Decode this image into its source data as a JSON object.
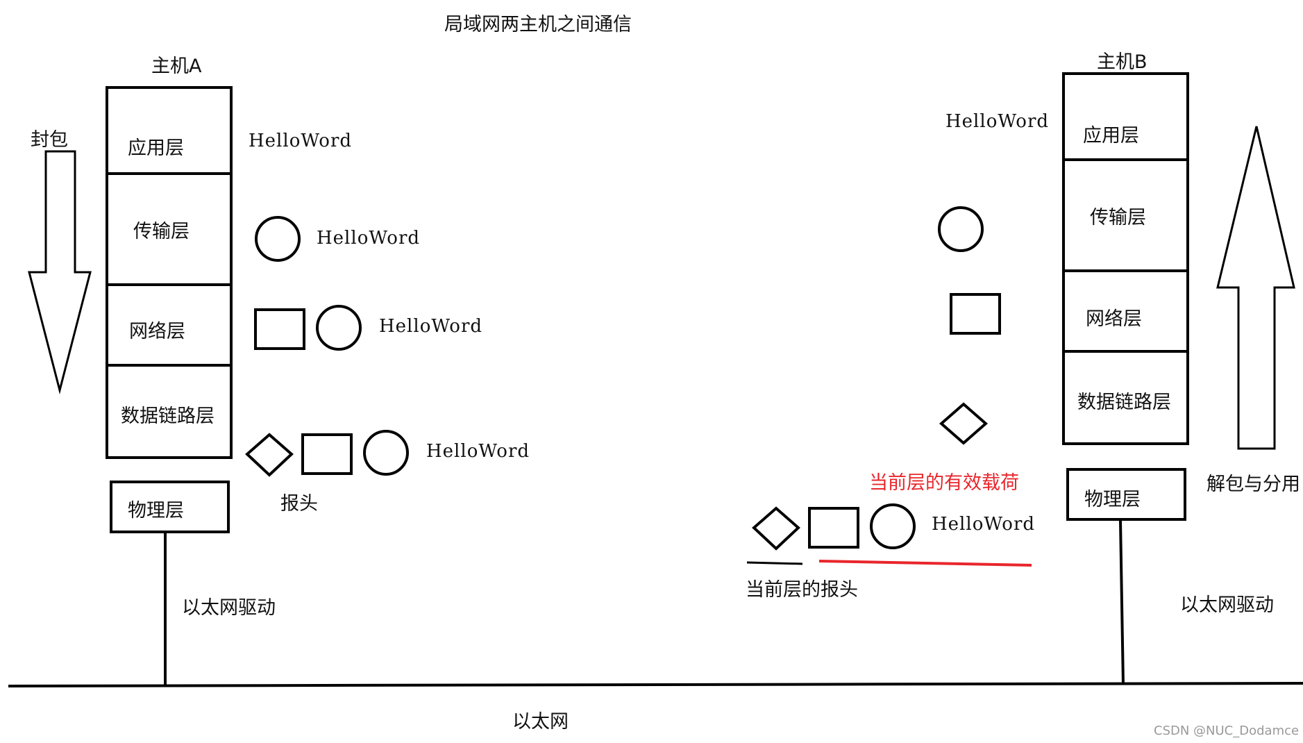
{
  "title": "局域网两主机之间通信",
  "hostA": {
    "name": "主机A",
    "layers": [
      "应用层",
      "传输层",
      "网络层",
      "数据链路层"
    ],
    "physical": "物理层",
    "driver": "以太网驱动",
    "direction": "封包",
    "header_label": "报头"
  },
  "hostB": {
    "name": "主机B",
    "layers": [
      "应用层",
      "传输层",
      "网络层",
      "数据链路层"
    ],
    "physical": "物理层",
    "driver": "以太网驱动",
    "direction": "解包与分用"
  },
  "payload_text": "HelloWord",
  "annotations": {
    "payload": "当前层的有效载荷",
    "header": "当前层的报头"
  },
  "network": "以太网",
  "watermark": "CSDN @NUC_Dodamce",
  "colors": {
    "line": "#000000",
    "highlight": "#e8262c"
  }
}
